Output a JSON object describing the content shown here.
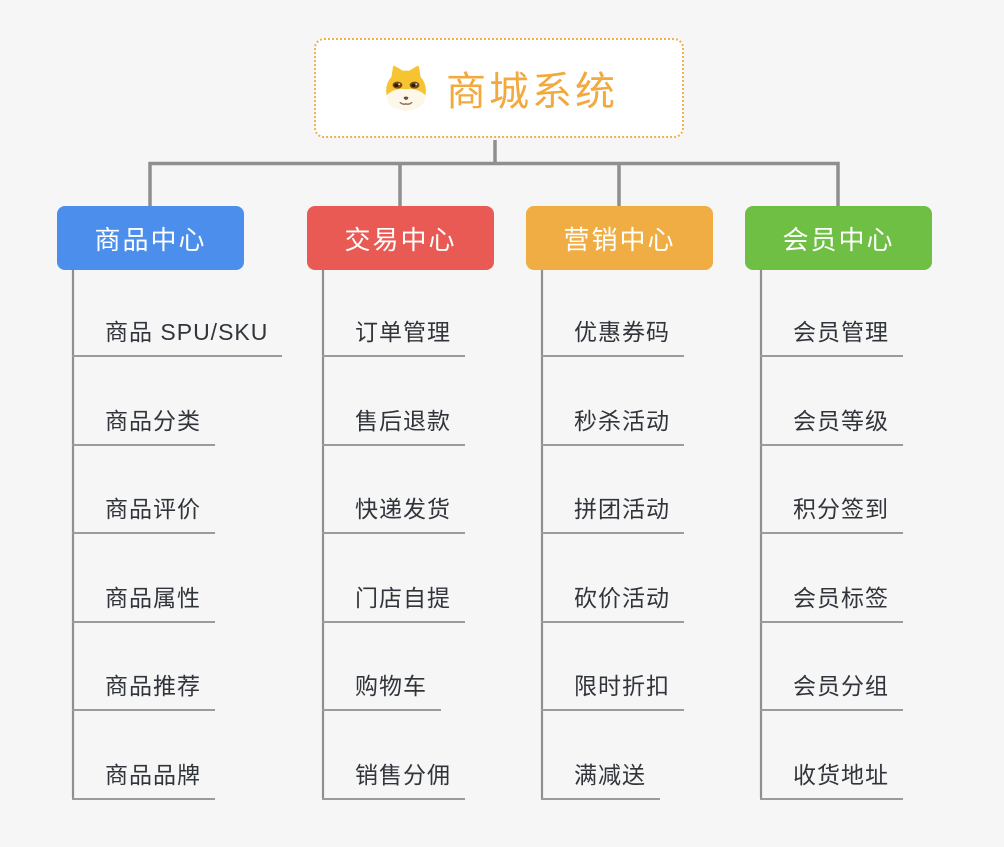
{
  "root": {
    "title": "商城系统",
    "icon": "dog-icon"
  },
  "branches": [
    {
      "label": "商品中心",
      "color": "#4B8EEC",
      "items": [
        "商品 SPU/SKU",
        "商品分类",
        "商品评价",
        "商品属性",
        "商品推荐",
        "商品品牌"
      ]
    },
    {
      "label": "交易中心",
      "color": "#EA5A54",
      "items": [
        "订单管理",
        "售后退款",
        "快递发货",
        "门店自提",
        "购物车",
        "销售分佣"
      ]
    },
    {
      "label": "营销中心",
      "color": "#EFAD43",
      "items": [
        "优惠券码",
        "秒杀活动",
        "拼团活动",
        "砍价活动",
        "限时折扣",
        "满减送"
      ]
    },
    {
      "label": "会员中心",
      "color": "#6FBF44",
      "items": [
        "会员管理",
        "会员等级",
        "积分签到",
        "会员标签",
        "会员分组",
        "收货地址"
      ]
    }
  ],
  "colors": {
    "background": "#F6F6F6",
    "connector": "#8F8F8F",
    "underline": "#9B9B9B",
    "item_text": "#31353B",
    "root_text": "#F2A93E",
    "root_border": "#F3AE4E",
    "root_bg": "#FFFFFF",
    "header_text": "#FFFFFF"
  }
}
